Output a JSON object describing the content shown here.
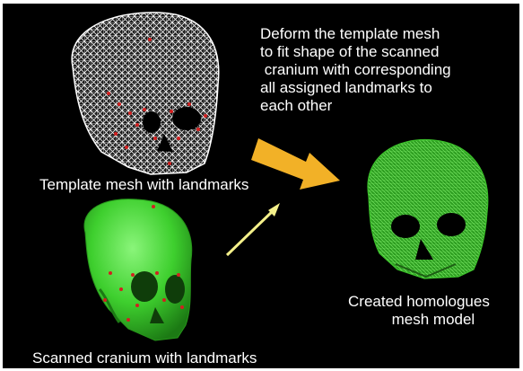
{
  "instruction_lines": [
    "Deform the template mesh",
    "to fit shape of the scanned",
    " cranium with corresponding",
    "all assigned landmarks to",
    "each other"
  ],
  "template_label": "Template mesh with landmarks",
  "scanned_label": "Scanned cranium with landmarks",
  "result_lines": [
    "Created homologues",
    "mesh model"
  ],
  "colors": {
    "background": "#000000",
    "template_mesh": "#ffffff",
    "landmark": "#d22020",
    "scan_surface": "#3ecf2e",
    "result_mesh": "#3bc02a",
    "big_arrow": "#f2b127",
    "small_arrow": "#f4f08a"
  }
}
